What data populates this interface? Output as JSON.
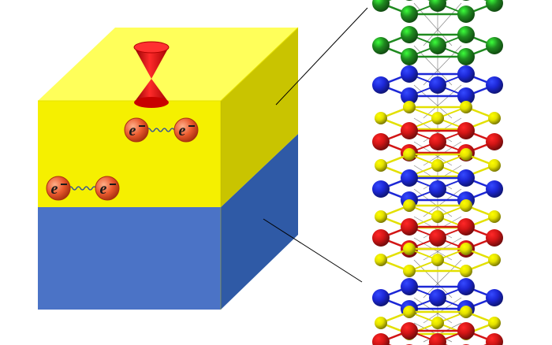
{
  "diagram": {
    "colors": {
      "background": "#ffffff",
      "top_layer_front": "#f5f000",
      "top_layer_top": "#ffff5a",
      "top_layer_side": "#c9c400",
      "bottom_layer_front": "#4b73c6",
      "bottom_layer_side": "#2f5aa6",
      "dirac_cone": "#e00000",
      "electron": "#ea5a2e",
      "leader_line": "#000000"
    },
    "dirac_cone": {
      "icon": "dirac-cone-icon"
    },
    "cooper_pairs": [
      {
        "left_label": "e",
        "right_label": "e"
      },
      {
        "left_label": "e",
        "right_label": "e"
      }
    ],
    "crystal_layers": [
      {
        "element_color": "#1f8a1f"
      },
      {
        "element_color": "#1f8a1f"
      },
      {
        "element_color": "#1c27d6"
      },
      {
        "element_color": "#e3e000"
      },
      {
        "element_color": "#d21515"
      },
      {
        "element_color": "#e3e000"
      },
      {
        "element_color": "#1c27d6"
      },
      {
        "element_color": "#e3e000"
      },
      {
        "element_color": "#d21515"
      },
      {
        "element_color": "#e3e000"
      },
      {
        "element_color": "#1c27d6"
      },
      {
        "element_color": "#e3e000"
      },
      {
        "element_color": "#d21515"
      }
    ]
  }
}
